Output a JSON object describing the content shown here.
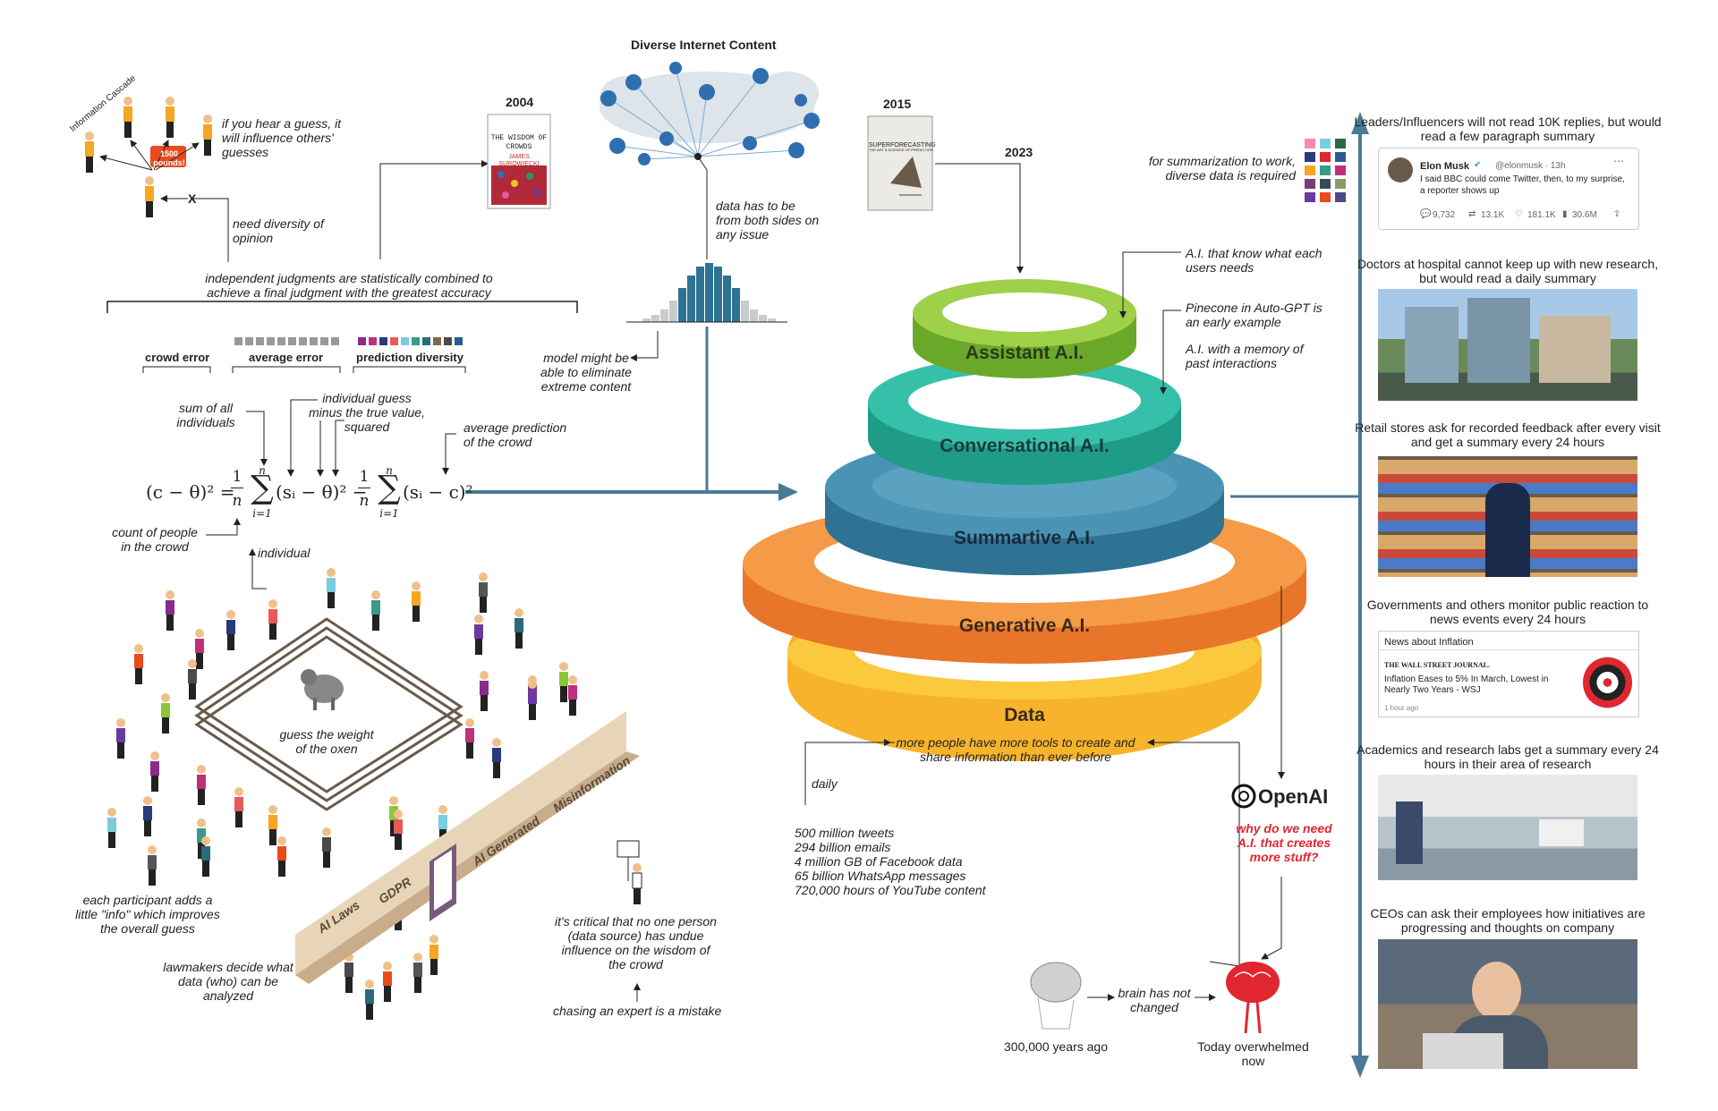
{
  "left": {
    "cascade_label": "Information Cascade",
    "bubble_text": "1500 pounds!",
    "hear_guess": "if you hear a guess, it will influence others' guesses",
    "x_mark": "X",
    "need_diversity": "need diversity of opinion",
    "independent": "independent judgments are statistically combined to achieve a final judgment with the greatest accuracy",
    "year_2004": "2004",
    "book_2004_title": "THE WISDOM OF CROWDS",
    "book_2004_author": "JAMES SUROWIECKI",
    "crowd_error": "crowd error",
    "average_error": "average error",
    "prediction_diversity": "prediction diversity",
    "sum_all": "sum of all individuals",
    "individual_guess": "individual guess minus the true value, squared",
    "average_prediction": "average prediction of the crowd",
    "count_people": "count of people in the crowd",
    "individual": "individual",
    "oxen": "guess the weight of the oxen",
    "each_participant": "each participant adds a little \"info\" which improves the overall guess",
    "lawmakers": "lawmakers decide what data (who) can be analyzed",
    "critical": "it's critical that no one person (data source) has undue influence on the wisdom of the crowd",
    "chasing": "chasing an expert is a mistake",
    "wall_labels": [
      "AI Laws",
      "GDPR",
      "AI Generated",
      "Misinformation"
    ]
  },
  "formula": {
    "lhs": "(c − θ)² =",
    "frac_top": "1",
    "frac_bot": "n",
    "sum_top": "n",
    "sum_bot": "i=1",
    "term1": "(sᵢ − θ)² −",
    "term2": "(sᵢ − c)²"
  },
  "center": {
    "diverse_title": "Diverse Internet Content",
    "both_sides": "data has to be from both sides on any issue",
    "eliminate": "model might be able to eliminate extreme content",
    "year_2015": "2015",
    "book_2015_title": "SUPERFORECASTING",
    "book_2015_sub": "THE ART & SCIENCE OF PREDICTION",
    "year_2023": "2023",
    "summarization_diverse": "for summarization to work, diverse data is required",
    "assistant_notes": [
      "A.I. that know what each users needs",
      "Pinecone in Auto-GPT is an early example",
      "A.I. with a memory of past interactions"
    ],
    "rings": [
      {
        "label": "Assistant A.I.",
        "color": "#8dc63f"
      },
      {
        "label": "Conversational A.I.",
        "color": "#2bb5a0"
      },
      {
        "label": "Summartive A.I.",
        "color": "#3a87a8"
      },
      {
        "label": "Generative A.I.",
        "color": "#f28a30"
      },
      {
        "label": "Data",
        "color": "#fbbf2c"
      }
    ],
    "more_people": "more people have more tools to create and share information than ever before",
    "daily": "daily",
    "stats": [
      "500 million tweets",
      "294 billion emails",
      "4 million GB of Facebook data",
      "65 billion WhatsApp messages",
      "720,000 hours of YouTube content"
    ],
    "openai": "OpenAI",
    "why": "why do we need A.I. that creates more stuff?",
    "brain_changed": "brain has not changed",
    "years_ago": "300,000 years ago",
    "today": "Today overwhelmed now"
  },
  "right": {
    "captions": [
      "Leaders/Influencers will not read 10K replies, but would read a few paragraph summary",
      "Doctors at hospital cannot keep up with new research, but would read a daily summary",
      "Retail stores ask for recorded feedback after every visit and get a summary every 24 hours",
      "Governments and others monitor public reaction to news events every 24 hours",
      "Academics and research labs get a summary every 24 hours in their area of research",
      "CEOs can ask their employees how initiatives are progressing and thoughts on company"
    ],
    "tweet": {
      "name": "Elon Musk",
      "handle": "@elonmusk · 13h",
      "text": "I said BBC could come Twitter, then, to my surprise, a reporter shows up",
      "stats": [
        "9,732",
        "13.1K",
        "181.1K",
        "30.6M"
      ]
    },
    "news": {
      "header": "News about Inflation",
      "source": "THE WALL STREET JOURNAL.",
      "headline": "Inflation Eases to 5% In March, Lowest in Nearly Two Years - WSJ",
      "time": "1 hour ago"
    }
  },
  "colors": {
    "arrow": "#4a7a94",
    "red": "#e0262f"
  }
}
